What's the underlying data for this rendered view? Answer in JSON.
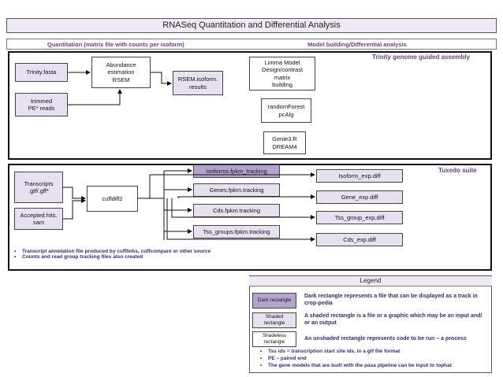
{
  "title": "RNASeq Quantitation and Differential Analysis",
  "headers": {
    "left": "Quantitation (matrix file with counts per isoform)",
    "right": "Model building/Differential analysis"
  },
  "trinity": {
    "label": "Trinity genome guided assembly",
    "fasta": "Trinity.fasta",
    "reads": "trimmed\nPE* reads",
    "rsem": "Abundance\nestimation\nRSEM",
    "results": "RSEM.isoform.\nresults",
    "limma": "Limma Model\nDesign/contrast\nmatrix\nbuilding",
    "randomforest": "randomForest\npcAlg",
    "genie": "Genie3.R\nDREAM4"
  },
  "tuxedo": {
    "label": "Tuxedo suite",
    "transcripts": "Transcripts\n.gtf/.gff*",
    "accepted": "Accepted.hits.\nsam",
    "cuffdiff": "cuffdiff2",
    "tracking": [
      "Isoforms.fpkm_tracking",
      "Genes.fpkm.tracking",
      "Cds.fpkm.tracking",
      "Tss_groups.fpkm.tracking"
    ],
    "diffs": [
      "Isoform_exp.diff",
      "Gene_exp.diff",
      "Tss_group_exp.diff",
      "Cds_exp.diff"
    ],
    "bullets": [
      "Transcript annotation file produced by cufflinks, cuffcompare or other source",
      "Counts and read group tracking files also created"
    ]
  },
  "legend": {
    "title": "Legend",
    "dark_label": "Dark rectangle",
    "dark_desc": "Dark rectangle represents a file that can be displayed as a track in crop-pedia",
    "shaded_label": "Shaded\nrectangle",
    "shaded_desc": "A shaded rectangle is a file or a graphic which may be an input and/ or an output",
    "shadeless_label": "Shadeless\nrectangle",
    "shadeless_desc": "An unshaded rectangle represents code to be run – a process",
    "notes": [
      "Tss ids = transcription start site ids, in a gtf file format",
      "PE – paired end",
      "The gene models that are built with the pasa pipeline can be input to tophat"
    ]
  }
}
